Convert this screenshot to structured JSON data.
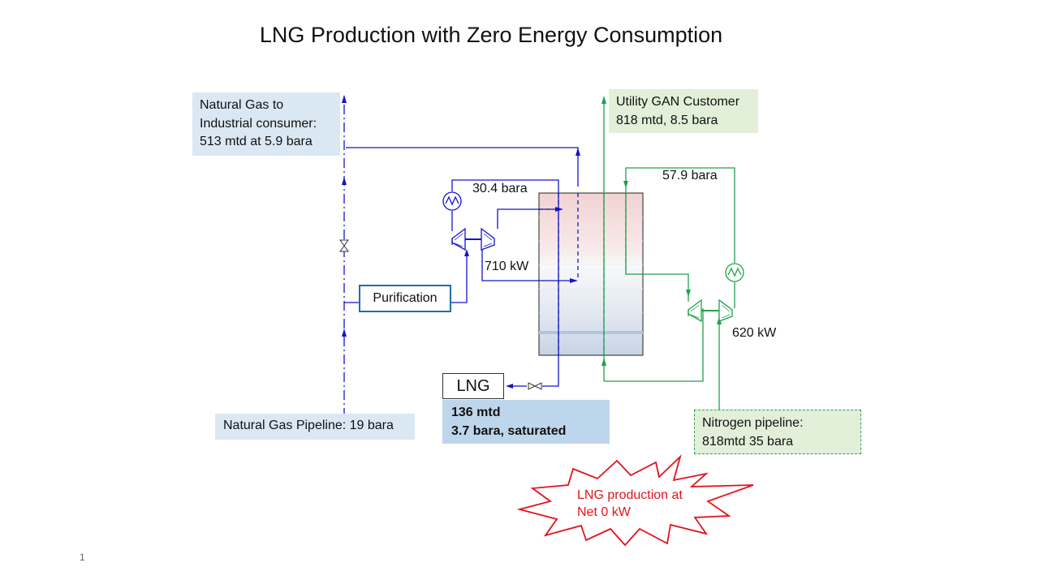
{
  "title": "LNG Production with Zero Energy Consumption",
  "boxes": {
    "ng_industrial": [
      "Natural Gas to",
      "Industrial consumer:",
      "513 mtd at 5.9 bara"
    ],
    "ng_pipeline": "Natural Gas Pipeline: 19 bara",
    "lng_product": [
      "136 mtd",
      "3.7 bara, saturated"
    ],
    "utility_gan": [
      "Utility GAN Customer",
      "818 mtd, 8.5 bara"
    ],
    "n2_pipeline": [
      "Nitrogen pipeline:",
      "818mtd 35 bara"
    ]
  },
  "labels": {
    "p_30_4": "30.4 bara",
    "kw_710": "710 kW",
    "p_57_9": "57.9 bara",
    "kw_620": "620 kW",
    "purification": "Purification",
    "lng": "LNG"
  },
  "callout": [
    "LNG production at",
    "Net 0 kW"
  ],
  "page_number": "1",
  "colors": {
    "natural_gas_line": "#1515c8",
    "nitrogen_line": "#1fa14a",
    "callout_red": "#e0141e",
    "box_blue": "#dae8f4",
    "box_green": "#e2efd9"
  }
}
